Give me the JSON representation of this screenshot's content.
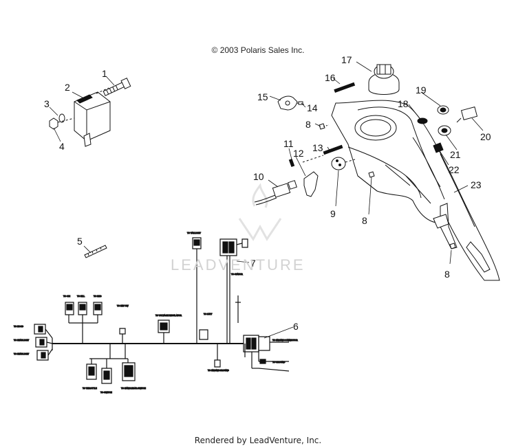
{
  "copyright": "© 2003 Polaris Sales Inc.",
  "footer": "Rendered by LeadVenture, Inc.",
  "watermark": {
    "text": "LEADVENTURE"
  },
  "callouts": [
    "1",
    "2",
    "3",
    "4",
    "5",
    "6",
    "7",
    "8",
    "9",
    "10",
    "11",
    "12",
    "13",
    "14",
    "15",
    "16",
    "17",
    "18",
    "19",
    "20",
    "21",
    "22",
    "23",
    "8",
    "8"
  ]
}
